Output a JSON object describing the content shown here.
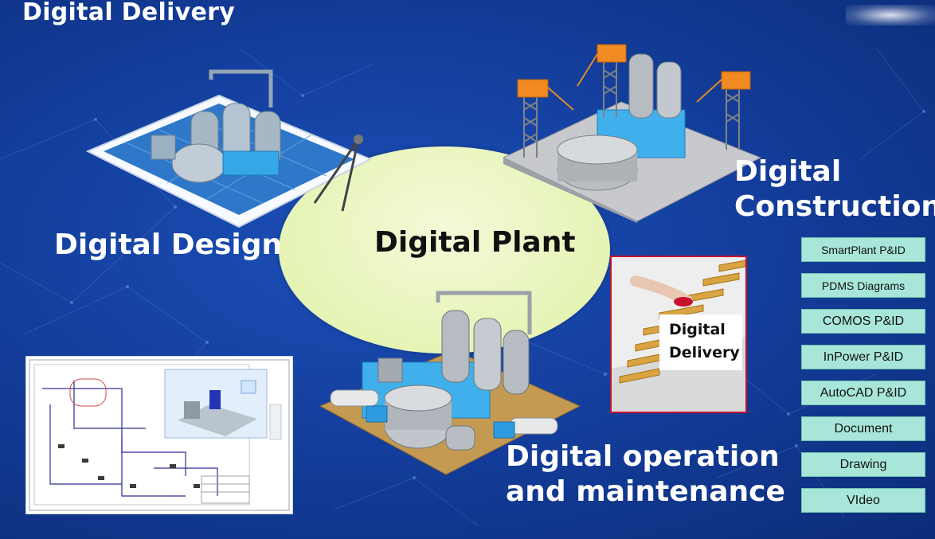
{
  "title": "Digital Delivery",
  "center": {
    "label": "Digital Plant"
  },
  "stages": {
    "design": "Digital Design",
    "construction_line1": "Digital",
    "construction_line2": "Construction",
    "operation_line1": "Digital operation",
    "operation_line2": "and maintenance"
  },
  "delivery_card": {
    "line1": "Digital",
    "line2": "Delivery"
  },
  "tools": [
    "SmartPlant P&ID",
    "PDMS Diagrams",
    "COMOS P&ID",
    "InPower P&ID",
    "AutoCAD P&ID",
    "Document",
    "Drawing",
    "VIdeo"
  ],
  "colors": {
    "background": "#143f9e",
    "ellipse": "#e6f4b6",
    "tool_button": "#a7e6d8",
    "card_border": "#c8102e"
  }
}
